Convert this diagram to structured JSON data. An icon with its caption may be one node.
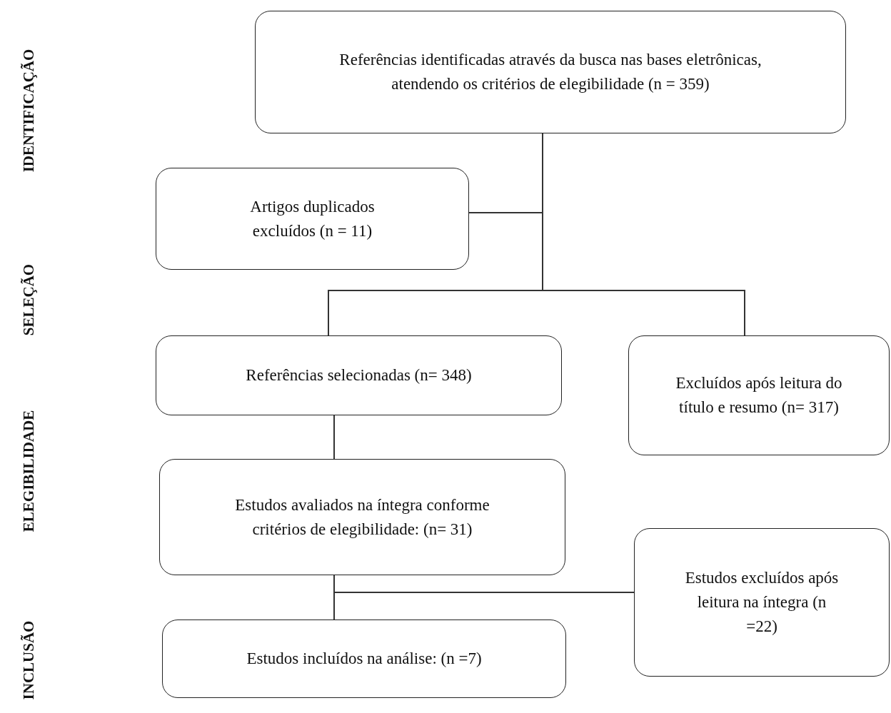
{
  "diagram": {
    "nodes": [
      {
        "text": [
          "Referências identificadas através da busca nas bases eletrônicas, atendendo os critérios de elegibilidade (n = 359)"
        ]
      },
      {
        "text": [
          "Artigos duplicados excluídos (n = 11)"
        ]
      },
      {
        "text": [
          "Referências selecionadas (n= 348)"
        ]
      },
      {
        "text": [
          "Excluídos após leitura do título e resumo (n= 317)"
        ]
      },
      {
        "text": [
          "Estudos avaliados na íntegra conforme critérios de elegibilidade: (n= 31)"
        ]
      },
      {
        "text": [
          "Estudos excluídos após leitura na íntegra (n =22)"
        ]
      },
      {
        "text": [
          "Estudos incluídos na análise: (n =7)"
        ]
      }
    ],
    "edges": [
      {
        "from": 0,
        "to": 1,
        "arrow": "none"
      },
      {
        "from": 0,
        "to": 2,
        "arrow": "none"
      },
      {
        "from": 0,
        "to": 3,
        "arrow": "none"
      },
      {
        "from": 2,
        "to": 4,
        "arrow": "none"
      },
      {
        "from": 4,
        "to": 6,
        "arrow": "none"
      },
      {
        "from": 4,
        "to": 5,
        "arrow": "none"
      }
    ],
    "labels": [
      "IDENTIFICAÇÃO",
      "SELEÇÃO",
      "ELEGIBILIDADE",
      "INCLUSÃO"
    ]
  }
}
